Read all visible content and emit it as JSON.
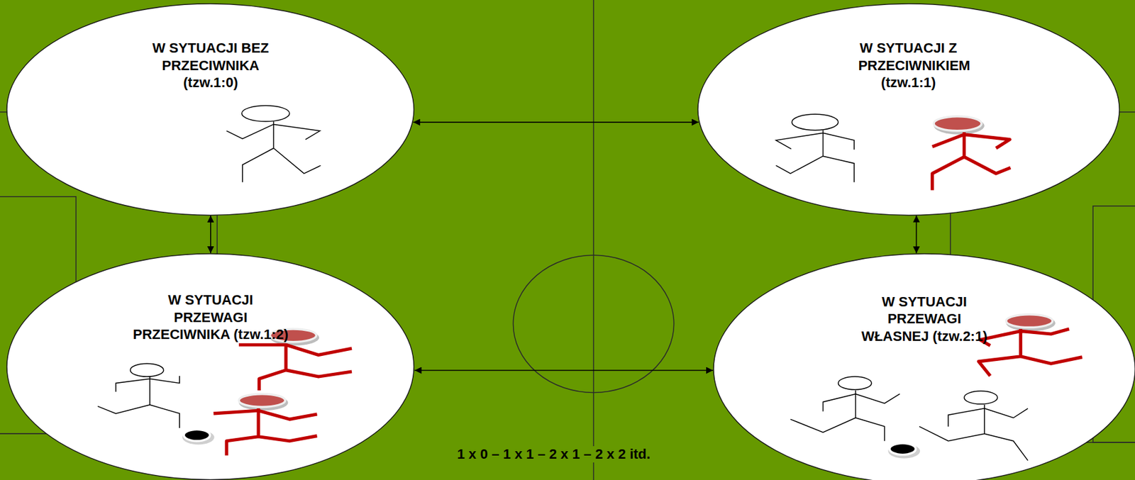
{
  "diagram": {
    "nodes": [
      {
        "text": [
          "W SYTUACJI BEZ PRZECIWNIKA (tzw.1:0)"
        ]
      },
      {
        "text": [
          "W SYTUACJI Z PRZECIWNIKIEM (tzw.1:1)"
        ]
      },
      {
        "text": [
          "W SYTUACJI PRZEWAGI PRZECIWNIKA (tzw.1:2)"
        ]
      },
      {
        "text": [
          "W SYTUACJI PRZEWAGI WŁASNEJ (tzw.2:1)"
        ]
      }
    ],
    "edges": [
      {
        "from": 0,
        "to": 1,
        "arrow": "both"
      },
      {
        "from": 0,
        "to": 2,
        "arrow": "both"
      },
      {
        "from": 1,
        "to": 3,
        "arrow": "both"
      },
      {
        "from": 2,
        "to": 3,
        "arrow": "both"
      }
    ],
    "labels": [
      "1 x 0 – 1 x 1 – 2 x 1 – 2 x 2 itd."
    ]
  }
}
